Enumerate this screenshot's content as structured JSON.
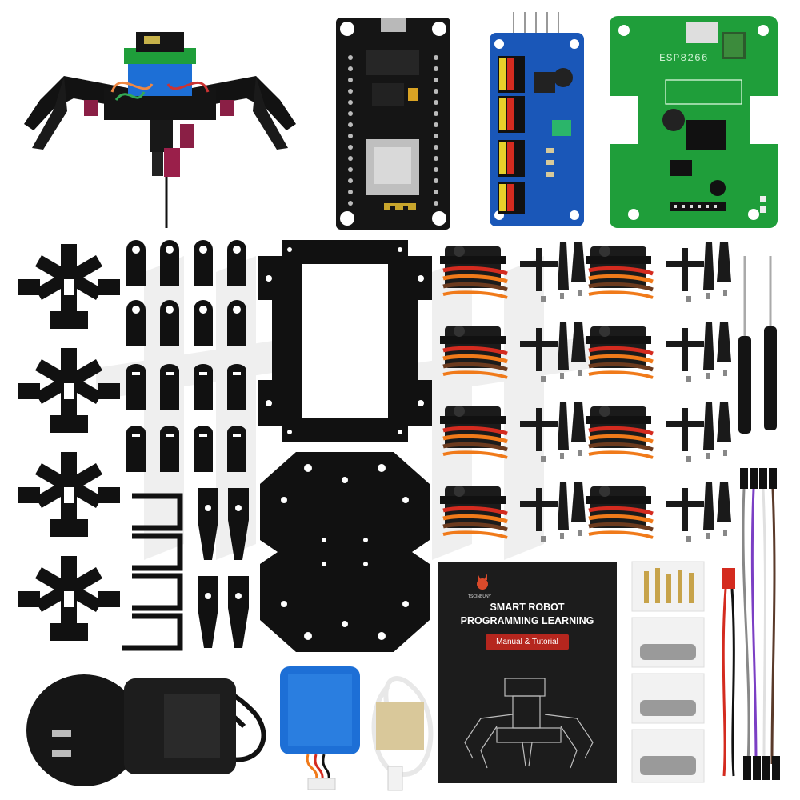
{
  "manual": {
    "brand": "TSCINBUNY",
    "title_line1": "SMART ROBOT",
    "title_line2": "PROGRAMMING LEARNING",
    "badge": "Manual & Tutorial"
  },
  "board": {
    "chip_label": "ESP8266"
  },
  "colors": {
    "background": "#ffffff",
    "acrylic": "#111111",
    "pcb_green": "#1f9e3a",
    "pcb_blue": "#1a57b8",
    "board_black": "#151515",
    "manual_badge": "#b5261e",
    "battery_blue": "#1d6fd6",
    "servo_orange": "#f07a1a",
    "servo_red": "#d42b1f"
  }
}
